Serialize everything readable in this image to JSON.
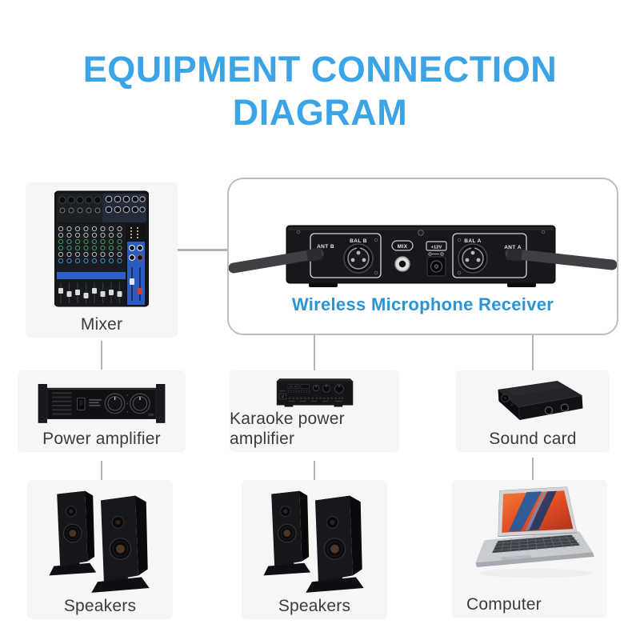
{
  "title": {
    "line1": "EQUIPMENT CONNECTION",
    "line2": "DIAGRAM"
  },
  "receiver": {
    "label": "Wireless Microphone Receiver",
    "ports": {
      "ant_b": "ANT B",
      "bal_b": "BAL B",
      "mix": "MIX",
      "power": "+12V",
      "bal_a": "BAL A",
      "ant_a": "ANT A"
    }
  },
  "devices": {
    "mixer": {
      "label": "Mixer"
    },
    "power_amplifier": {
      "label": "Power amplifier"
    },
    "karaoke_amplifier": {
      "label": "Karaoke power amplifier"
    },
    "sound_card": {
      "label": "Sound card"
    },
    "speakers_left": {
      "label": "Speakers"
    },
    "speakers_center": {
      "label": "Speakers"
    },
    "computer": {
      "label": "Computer"
    }
  },
  "colors": {
    "title_blue": "#3BA4E6",
    "receiver_label_blue": "#2C93D5",
    "connector_gray": "#B3B3B3",
    "device_label_gray": "#3B3B3B"
  }
}
